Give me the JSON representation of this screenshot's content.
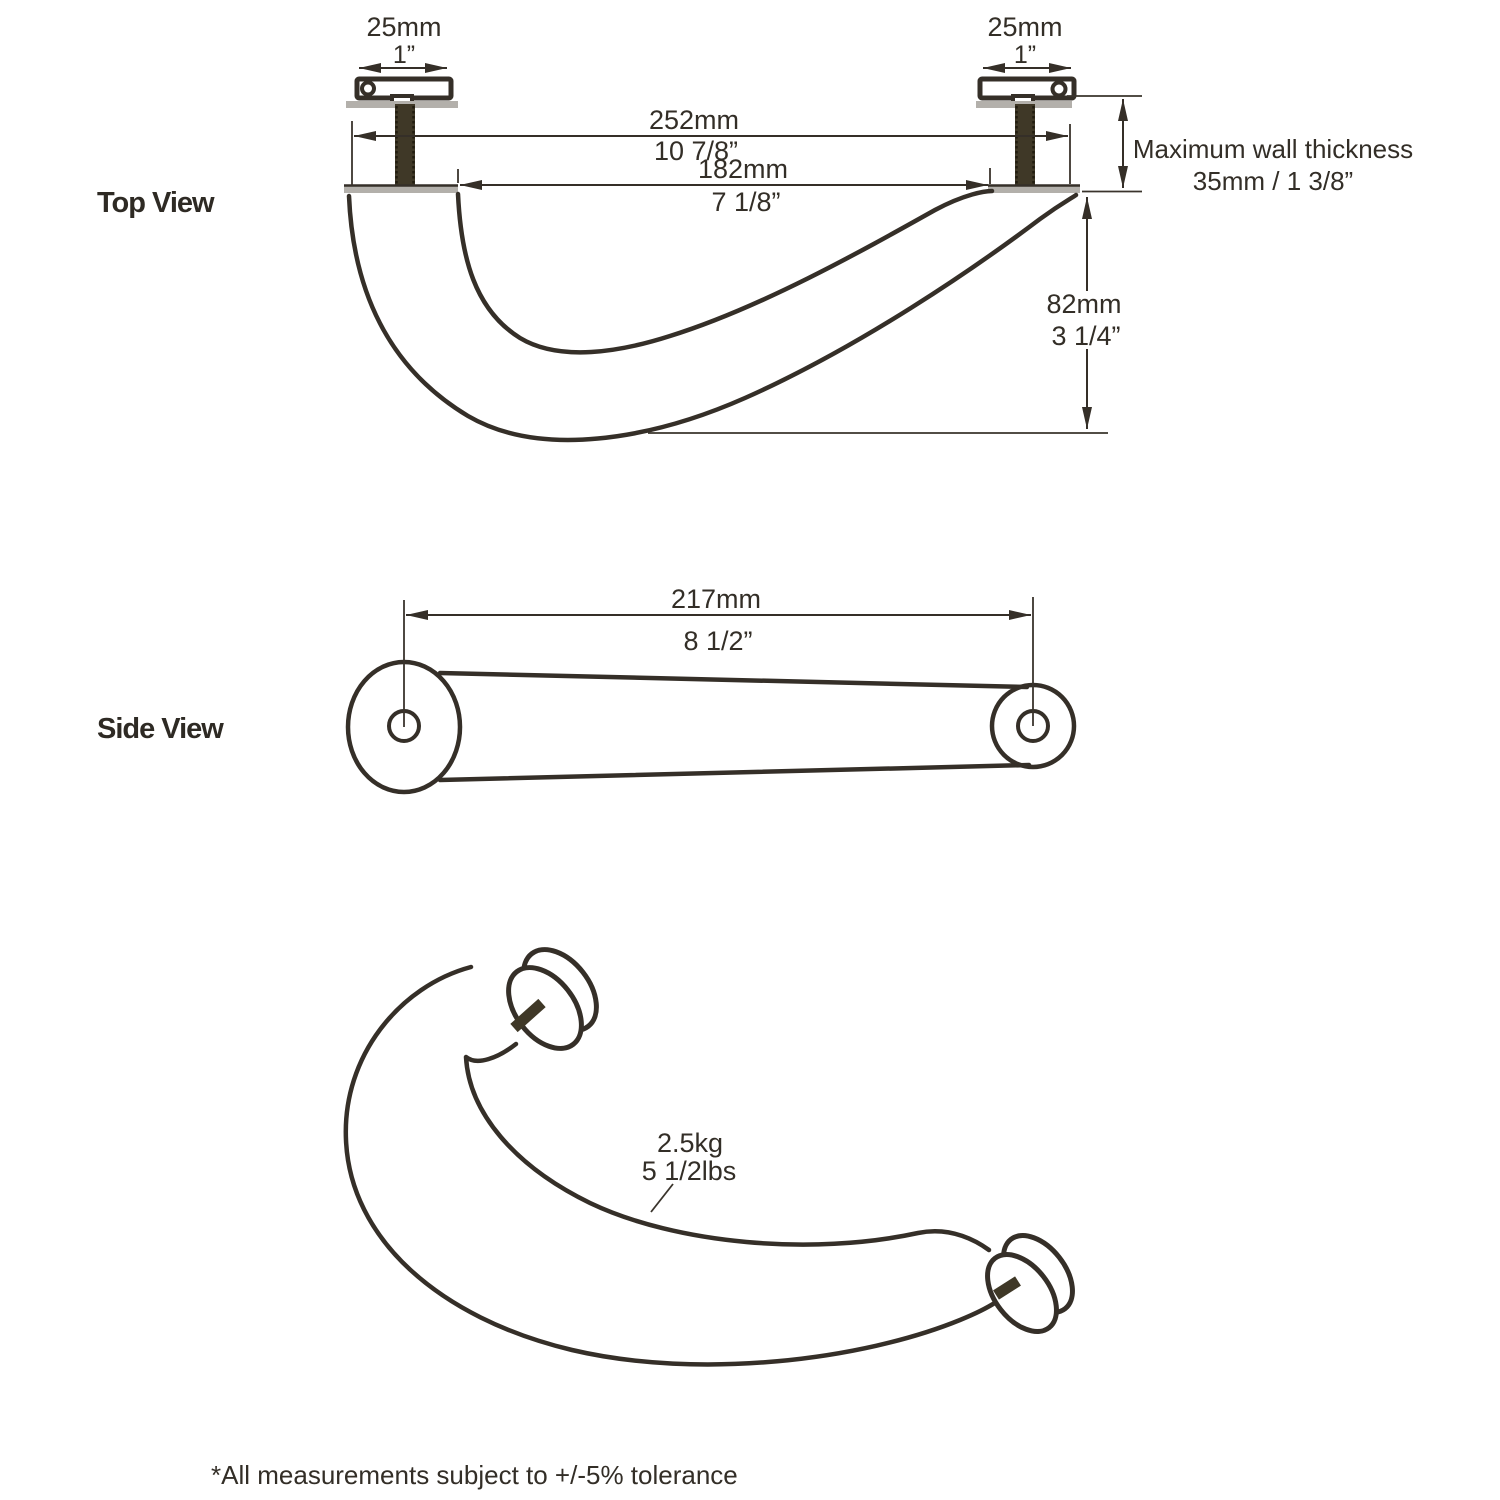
{
  "colors": {
    "line": "#352f28",
    "text": "#332e27",
    "metal": "#b3b0ab",
    "bolt": "#3f3827",
    "background": "#ffffff"
  },
  "views": {
    "top": {
      "label": "Top View",
      "left_stud": {
        "mm": "25mm",
        "inch": "1”"
      },
      "right_stud": {
        "mm": "25mm",
        "inch": "1”"
      },
      "overall_length": {
        "mm": "252mm",
        "inch": "10 7/8”"
      },
      "hole_centers": {
        "mm": "182mm",
        "inch": "7 1/8”"
      },
      "max_wall_thickness": {
        "label": "Maximum wall thickness",
        "value": "35mm / 1 3/8”"
      },
      "projection": {
        "mm": "82mm",
        "inch": "3 1/4”"
      }
    },
    "side": {
      "label": "Side View",
      "length": {
        "mm": "217mm",
        "inch": "8 1/2”"
      }
    },
    "iso": {
      "weight": {
        "kg": "2.5kg",
        "lbs": "5 1/2lbs"
      }
    }
  },
  "footer": {
    "note": "*All measurements subject to +/-5% tolerance"
  }
}
